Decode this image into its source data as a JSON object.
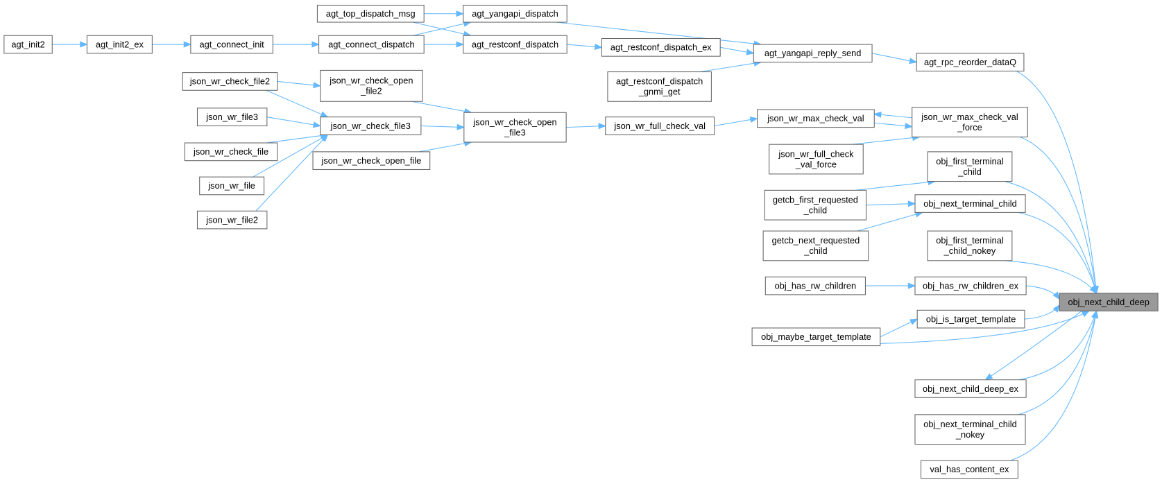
{
  "title": "obj_next_child_deep caller graph",
  "colors": {
    "edge": "#63b8ff",
    "node_border": "#666666",
    "focus_fill": "#999999",
    "node_fill": "#ffffff"
  },
  "focus_node": "obj_next_child_deep",
  "nodes": [
    {
      "id": "agt_init2",
      "lines": [
        "agt_init2"
      ]
    },
    {
      "id": "agt_init2_ex",
      "lines": [
        "agt_init2_ex"
      ]
    },
    {
      "id": "agt_connect_init",
      "lines": [
        "agt_connect_init"
      ]
    },
    {
      "id": "agt_connect_dispatch",
      "lines": [
        "agt_connect_dispatch"
      ]
    },
    {
      "id": "agt_top_dispatch_msg",
      "lines": [
        "agt_top_dispatch_msg"
      ]
    },
    {
      "id": "agt_yangapi_dispatch",
      "lines": [
        "agt_yangapi_dispatch"
      ]
    },
    {
      "id": "agt_restconf_dispatch",
      "lines": [
        "agt_restconf_dispatch"
      ]
    },
    {
      "id": "agt_restconf_dispatch_ex",
      "lines": [
        "agt_restconf_dispatch_ex"
      ]
    },
    {
      "id": "agt_restconf_dispatch_gnmi_get",
      "lines": [
        "agt_restconf_dispatch",
        "_gnmi_get"
      ]
    },
    {
      "id": "agt_yangapi_reply_send",
      "lines": [
        "agt_yangapi_reply_send"
      ]
    },
    {
      "id": "agt_rpc_reorder_dataQ",
      "lines": [
        "agt_rpc_reorder_dataQ"
      ]
    },
    {
      "id": "json_wr_check_file2",
      "lines": [
        "json_wr_check_file2"
      ]
    },
    {
      "id": "json_wr_check_open_file2",
      "lines": [
        "json_wr_check_open",
        "_file2"
      ]
    },
    {
      "id": "json_wr_file3",
      "lines": [
        "json_wr_file3"
      ]
    },
    {
      "id": "json_wr_check_file3",
      "lines": [
        "json_wr_check_file3"
      ]
    },
    {
      "id": "json_wr_check_file",
      "lines": [
        "json_wr_check_file"
      ]
    },
    {
      "id": "json_wr_file",
      "lines": [
        "json_wr_file"
      ]
    },
    {
      "id": "json_wr_file2",
      "lines": [
        "json_wr_file2"
      ]
    },
    {
      "id": "json_wr_check_open_file",
      "lines": [
        "json_wr_check_open_file"
      ]
    },
    {
      "id": "json_wr_check_open_file3",
      "lines": [
        "json_wr_check_open",
        "_file3"
      ]
    },
    {
      "id": "json_wr_full_check_val",
      "lines": [
        "json_wr_full_check_val"
      ]
    },
    {
      "id": "json_wr_max_check_val",
      "lines": [
        "json_wr_max_check_val"
      ]
    },
    {
      "id": "json_wr_max_check_val_force",
      "lines": [
        "json_wr_max_check_val",
        "_force"
      ]
    },
    {
      "id": "json_wr_full_check_val_force",
      "lines": [
        "json_wr_full_check",
        "_val_force"
      ]
    },
    {
      "id": "obj_first_terminal_child",
      "lines": [
        "obj_first_terminal",
        "_child"
      ]
    },
    {
      "id": "getcb_first_requested_child",
      "lines": [
        "getcb_first_requested",
        "_child"
      ]
    },
    {
      "id": "obj_next_terminal_child",
      "lines": [
        "obj_next_terminal_child"
      ]
    },
    {
      "id": "getcb_next_requested_child",
      "lines": [
        "getcb_next_requested",
        "_child"
      ]
    },
    {
      "id": "obj_first_terminal_child_nokey",
      "lines": [
        "obj_first_terminal",
        "_child_nokey"
      ]
    },
    {
      "id": "obj_has_rw_children",
      "lines": [
        "obj_has_rw_children"
      ]
    },
    {
      "id": "obj_has_rw_children_ex",
      "lines": [
        "obj_has_rw_children_ex"
      ]
    },
    {
      "id": "obj_next_child_deep",
      "lines": [
        "obj_next_child_deep"
      ]
    },
    {
      "id": "obj_is_target_template",
      "lines": [
        "obj_is_target_template"
      ]
    },
    {
      "id": "obj_maybe_target_template",
      "lines": [
        "obj_maybe_target_template"
      ]
    },
    {
      "id": "obj_next_child_deep_ex",
      "lines": [
        "obj_next_child_deep_ex"
      ]
    },
    {
      "id": "obj_next_terminal_child_nokey",
      "lines": [
        "obj_next_terminal_child",
        "_nokey"
      ]
    },
    {
      "id": "val_has_content_ex",
      "lines": [
        "val_has_content_ex"
      ]
    }
  ],
  "edges": [
    [
      "agt_init2",
      "agt_init2_ex"
    ],
    [
      "agt_init2_ex",
      "agt_connect_init"
    ],
    [
      "agt_connect_init",
      "agt_connect_dispatch"
    ],
    [
      "agt_connect_dispatch",
      "agt_yangapi_dispatch"
    ],
    [
      "agt_connect_dispatch",
      "agt_restconf_dispatch"
    ],
    [
      "agt_top_dispatch_msg",
      "agt_yangapi_dispatch"
    ],
    [
      "agt_top_dispatch_msg",
      "agt_restconf_dispatch"
    ],
    [
      "agt_yangapi_dispatch",
      "agt_yangapi_reply_send"
    ],
    [
      "agt_restconf_dispatch",
      "agt_restconf_dispatch_ex"
    ],
    [
      "agt_restconf_dispatch_ex",
      "agt_yangapi_reply_send"
    ],
    [
      "agt_restconf_dispatch_gnmi_get",
      "agt_yangapi_reply_send"
    ],
    [
      "agt_yangapi_reply_send",
      "agt_rpc_reorder_dataQ"
    ],
    [
      "agt_rpc_reorder_dataQ",
      "obj_next_child_deep"
    ],
    [
      "json_wr_check_file2",
      "json_wr_check_open_file2"
    ],
    [
      "json_wr_check_file2",
      "json_wr_check_file3"
    ],
    [
      "json_wr_file3",
      "json_wr_check_file3"
    ],
    [
      "json_wr_check_file",
      "json_wr_check_file3"
    ],
    [
      "json_wr_file",
      "json_wr_check_file3"
    ],
    [
      "json_wr_file2",
      "json_wr_check_file3"
    ],
    [
      "json_wr_check_open_file2",
      "json_wr_check_open_file3"
    ],
    [
      "json_wr_check_file3",
      "json_wr_check_open_file3"
    ],
    [
      "json_wr_check_open_file",
      "json_wr_check_open_file3"
    ],
    [
      "json_wr_check_open_file3",
      "json_wr_full_check_val"
    ],
    [
      "json_wr_full_check_val",
      "json_wr_max_check_val"
    ],
    [
      "json_wr_max_check_val",
      "json_wr_max_check_val_force"
    ],
    [
      "json_wr_max_check_val_force",
      "json_wr_max_check_val"
    ],
    [
      "json_wr_full_check_val_force",
      "json_wr_max_check_val_force"
    ],
    [
      "json_wr_max_check_val_force",
      "obj_next_child_deep"
    ],
    [
      "getcb_first_requested_child",
      "obj_first_terminal_child"
    ],
    [
      "getcb_first_requested_child",
      "obj_next_terminal_child"
    ],
    [
      "getcb_next_requested_child",
      "obj_next_terminal_child"
    ],
    [
      "obj_first_terminal_child",
      "obj_next_child_deep"
    ],
    [
      "obj_next_terminal_child",
      "obj_next_child_deep"
    ],
    [
      "obj_first_terminal_child_nokey",
      "obj_next_child_deep"
    ],
    [
      "obj_has_rw_children",
      "obj_has_rw_children_ex"
    ],
    [
      "obj_has_rw_children_ex",
      "obj_next_child_deep"
    ],
    [
      "obj_maybe_target_template",
      "obj_is_target_template"
    ],
    [
      "obj_is_target_template",
      "obj_next_child_deep"
    ],
    [
      "obj_maybe_target_template",
      "obj_next_child_deep"
    ],
    [
      "obj_next_child_deep_ex",
      "obj_next_child_deep"
    ],
    [
      "obj_next_child_deep",
      "obj_next_child_deep_ex"
    ],
    [
      "obj_next_terminal_child_nokey",
      "obj_next_child_deep"
    ],
    [
      "val_has_content_ex",
      "obj_next_child_deep"
    ]
  ]
}
